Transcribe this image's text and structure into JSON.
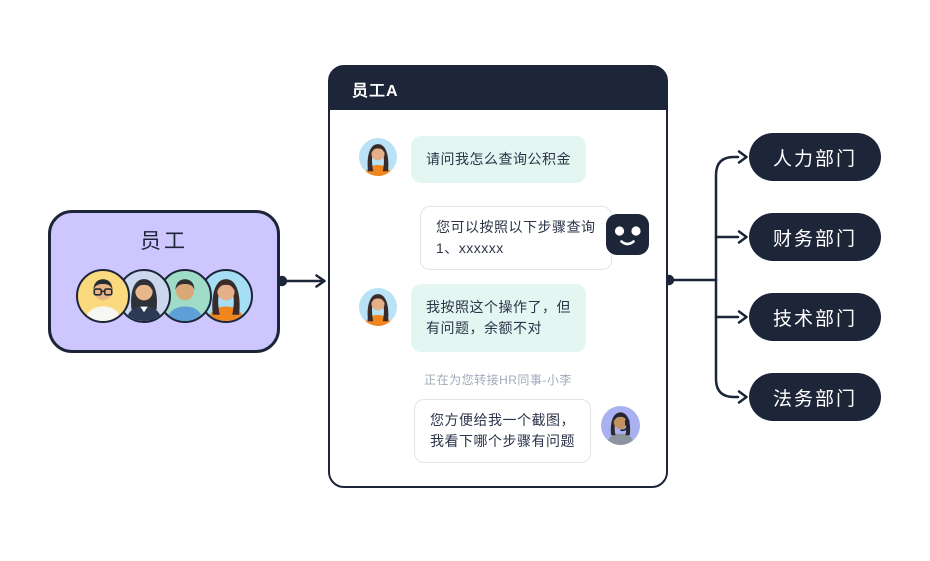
{
  "employee_group": {
    "label": "员工",
    "avatars": [
      {
        "icon": "man-glasses-avatar-icon",
        "bg": "#fbd97e"
      },
      {
        "icon": "woman-suit-avatar-icon",
        "bg": "#ccd6ec"
      },
      {
        "icon": "man-teal-avatar-icon",
        "bg": "#9fdcc8"
      },
      {
        "icon": "woman-orange-avatar-icon",
        "bg": "#a5def5"
      }
    ]
  },
  "chat_window": {
    "title": "员工A",
    "messages": [
      {
        "sender": "employee",
        "text": "请问我怎么查询公积金"
      },
      {
        "sender": "bot",
        "text": "您可以按照以下步骤查询\n1、xxxxxx"
      },
      {
        "sender": "employee",
        "text": "我按照这个操作了，但\n有问题，余额不对"
      },
      {
        "sender": "system",
        "text": "正在为您转接HR同事-小李"
      },
      {
        "sender": "hr_agent",
        "text": "您方便给我一个截图，\n我看下哪个步骤有问题"
      }
    ],
    "icons": {
      "bot": "robot-face-icon",
      "employee_avatar": "woman-orange-avatar-icon",
      "hr_avatar": "woman-headset-avatar-icon"
    }
  },
  "departments": [
    {
      "label": "人力部门"
    },
    {
      "label": "财务部门"
    },
    {
      "label": "技术部门"
    },
    {
      "label": "法务部门"
    }
  ],
  "colors": {
    "navy": "#1d2539",
    "purple_card": "#cec6fe",
    "mint_bubble": "#e4f6f1",
    "white_bubble_border": "#e3e3ea",
    "employee_avatar_bg": "#b9e2f6",
    "hr_avatar_bg": "#a9b1f0",
    "system_text": "#a2aaba",
    "group_avatar_bgs": [
      "#fbd97e",
      "#ccd6ec",
      "#9fdcc8",
      "#a5def5"
    ]
  }
}
